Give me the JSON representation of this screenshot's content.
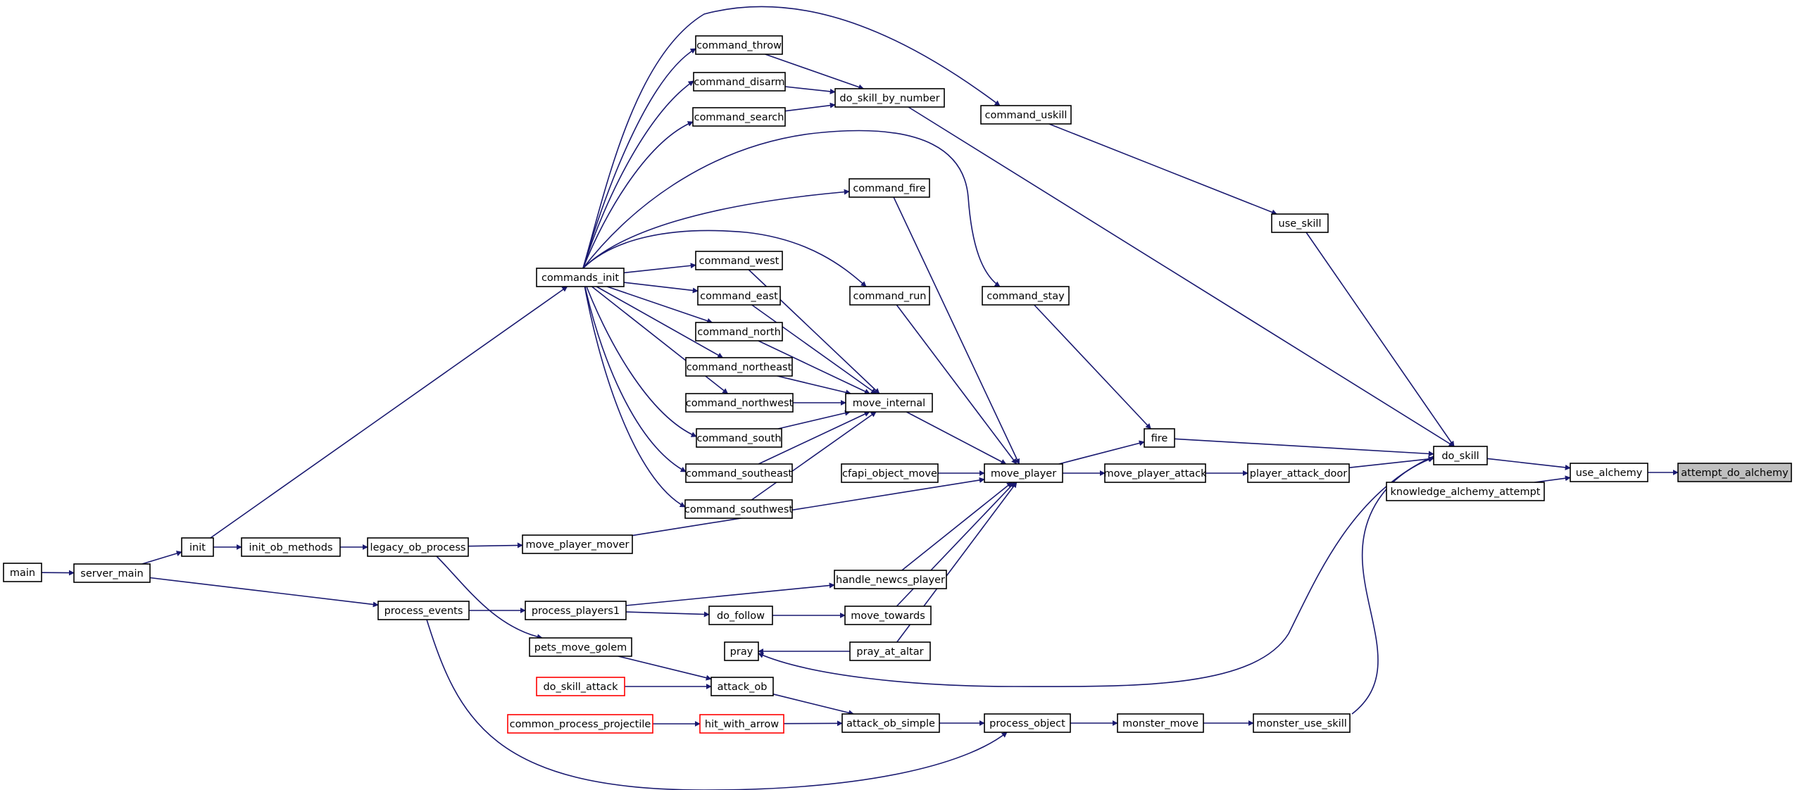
{
  "graph": {
    "edge_color": "#191970",
    "node_border": "#000000",
    "unresolved_border": "#ff0000",
    "focus_fill": "#bfbfbf",
    "nodes": [
      {
        "id": "attempt_do_alchemy",
        "label": "attempt_do_alchemy",
        "focus": true
      },
      {
        "id": "use_alchemy",
        "label": "use_alchemy"
      },
      {
        "id": "knowledge_alchemy_attempt",
        "label": "knowledge_alchemy_attempt"
      },
      {
        "id": "do_skill",
        "label": "do_skill"
      },
      {
        "id": "use_skill",
        "label": "use_skill"
      },
      {
        "id": "command_uskill",
        "label": "command_uskill"
      },
      {
        "id": "do_skill_by_number",
        "label": "do_skill_by_number"
      },
      {
        "id": "command_throw",
        "label": "command_throw"
      },
      {
        "id": "command_disarm",
        "label": "command_disarm"
      },
      {
        "id": "command_search",
        "label": "command_search"
      },
      {
        "id": "command_fire",
        "label": "command_fire"
      },
      {
        "id": "commands_init",
        "label": "commands_init"
      },
      {
        "id": "command_west",
        "label": "command_west"
      },
      {
        "id": "command_east",
        "label": "command_east"
      },
      {
        "id": "command_north",
        "label": "command_north"
      },
      {
        "id": "command_northeast",
        "label": "command_northeast"
      },
      {
        "id": "command_northwest",
        "label": "command_northwest"
      },
      {
        "id": "command_south",
        "label": "command_south"
      },
      {
        "id": "command_southeast",
        "label": "command_southeast"
      },
      {
        "id": "command_southwest",
        "label": "command_southwest"
      },
      {
        "id": "command_run",
        "label": "command_run"
      },
      {
        "id": "command_stay",
        "label": "command_stay"
      },
      {
        "id": "move_internal",
        "label": "move_internal"
      },
      {
        "id": "fire",
        "label": "fire"
      },
      {
        "id": "cfapi_object_move",
        "label": "cfapi_object_move"
      },
      {
        "id": "move_player",
        "label": "move_player"
      },
      {
        "id": "move_player_attack",
        "label": "move_player_attack"
      },
      {
        "id": "player_attack_door",
        "label": "player_attack_door"
      },
      {
        "id": "main",
        "label": "main"
      },
      {
        "id": "server_main",
        "label": "server_main"
      },
      {
        "id": "init",
        "label": "init"
      },
      {
        "id": "init_ob_methods",
        "label": "init_ob_methods"
      },
      {
        "id": "legacy_ob_process",
        "label": "legacy_ob_process"
      },
      {
        "id": "move_player_mover",
        "label": "move_player_mover"
      },
      {
        "id": "handle_newcs_player",
        "label": "handle_newcs_player"
      },
      {
        "id": "process_events",
        "label": "process_events"
      },
      {
        "id": "process_players1",
        "label": "process_players1"
      },
      {
        "id": "do_follow",
        "label": "do_follow"
      },
      {
        "id": "move_towards",
        "label": "move_towards"
      },
      {
        "id": "pets_move_golem",
        "label": "pets_move_golem"
      },
      {
        "id": "pray",
        "label": "pray"
      },
      {
        "id": "pray_at_altar",
        "label": "pray_at_altar"
      },
      {
        "id": "do_skill_attack",
        "label": "do_skill_attack",
        "unresolved": true
      },
      {
        "id": "attack_ob",
        "label": "attack_ob"
      },
      {
        "id": "common_process_projectile",
        "label": "common_process_projectile",
        "unresolved": true
      },
      {
        "id": "hit_with_arrow",
        "label": "hit_with_arrow",
        "unresolved": true
      },
      {
        "id": "attack_ob_simple",
        "label": "attack_ob_simple"
      },
      {
        "id": "process_object",
        "label": "process_object"
      },
      {
        "id": "monster_move",
        "label": "monster_move"
      },
      {
        "id": "monster_use_skill",
        "label": "monster_use_skill"
      }
    ],
    "edges": [
      {
        "from": "use_alchemy",
        "to": "attempt_do_alchemy"
      },
      {
        "from": "knowledge_alchemy_attempt",
        "to": "use_alchemy"
      },
      {
        "from": "do_skill",
        "to": "use_alchemy"
      },
      {
        "from": "use_skill",
        "to": "do_skill"
      },
      {
        "from": "command_uskill",
        "to": "use_skill"
      },
      {
        "from": "do_skill_by_number",
        "to": "do_skill"
      },
      {
        "from": "command_throw",
        "to": "do_skill_by_number"
      },
      {
        "from": "command_disarm",
        "to": "do_skill_by_number"
      },
      {
        "from": "command_search",
        "to": "do_skill_by_number"
      },
      {
        "from": "commands_init",
        "to": "command_throw"
      },
      {
        "from": "commands_init",
        "to": "command_disarm"
      },
      {
        "from": "commands_init",
        "to": "command_search"
      },
      {
        "from": "commands_init",
        "to": "command_uskill"
      },
      {
        "from": "commands_init",
        "to": "command_fire"
      },
      {
        "from": "commands_init",
        "to": "command_stay"
      },
      {
        "from": "commands_init",
        "to": "command_west"
      },
      {
        "from": "commands_init",
        "to": "command_run"
      },
      {
        "from": "commands_init",
        "to": "command_east"
      },
      {
        "from": "commands_init",
        "to": "command_north"
      },
      {
        "from": "commands_init",
        "to": "command_northeast"
      },
      {
        "from": "commands_init",
        "to": "command_northwest"
      },
      {
        "from": "commands_init",
        "to": "command_south"
      },
      {
        "from": "commands_init",
        "to": "command_southeast"
      },
      {
        "from": "commands_init",
        "to": "command_southwest"
      },
      {
        "from": "command_west",
        "to": "move_internal"
      },
      {
        "from": "command_east",
        "to": "move_internal"
      },
      {
        "from": "command_north",
        "to": "move_internal"
      },
      {
        "from": "command_northeast",
        "to": "move_internal"
      },
      {
        "from": "command_northwest",
        "to": "move_internal"
      },
      {
        "from": "command_south",
        "to": "move_internal"
      },
      {
        "from": "command_southeast",
        "to": "move_internal"
      },
      {
        "from": "command_southwest",
        "to": "move_internal"
      },
      {
        "from": "command_run",
        "to": "move_player"
      },
      {
        "from": "command_fire",
        "to": "move_player"
      },
      {
        "from": "move_internal",
        "to": "move_player"
      },
      {
        "from": "command_stay",
        "to": "fire"
      },
      {
        "from": "move_player",
        "to": "fire"
      },
      {
        "from": "fire",
        "to": "do_skill"
      },
      {
        "from": "cfapi_object_move",
        "to": "move_player"
      },
      {
        "from": "move_player",
        "to": "move_player_attack"
      },
      {
        "from": "move_player_attack",
        "to": "player_attack_door"
      },
      {
        "from": "player_attack_door",
        "to": "do_skill"
      },
      {
        "from": "main",
        "to": "server_main"
      },
      {
        "from": "server_main",
        "to": "init"
      },
      {
        "from": "init",
        "to": "commands_init"
      },
      {
        "from": "init",
        "to": "init_ob_methods"
      },
      {
        "from": "init_ob_methods",
        "to": "legacy_ob_process"
      },
      {
        "from": "legacy_ob_process",
        "to": "move_player_mover"
      },
      {
        "from": "move_player_mover",
        "to": "move_player"
      },
      {
        "from": "handle_newcs_player",
        "to": "move_player"
      },
      {
        "from": "server_main",
        "to": "process_events"
      },
      {
        "from": "process_events",
        "to": "process_players1"
      },
      {
        "from": "process_players1",
        "to": "handle_newcs_player"
      },
      {
        "from": "process_players1",
        "to": "do_follow"
      },
      {
        "from": "do_follow",
        "to": "move_towards"
      },
      {
        "from": "move_towards",
        "to": "move_player"
      },
      {
        "from": "legacy_ob_process",
        "to": "pets_move_golem"
      },
      {
        "from": "pray_at_altar",
        "to": "pray"
      },
      {
        "from": "pray_at_altar",
        "to": "move_player"
      },
      {
        "from": "do_skill",
        "to": "pray"
      },
      {
        "from": "pets_move_golem",
        "to": "attack_ob"
      },
      {
        "from": "do_skill_attack",
        "to": "attack_ob"
      },
      {
        "from": "attack_ob",
        "to": "attack_ob_simple"
      },
      {
        "from": "common_process_projectile",
        "to": "hit_with_arrow"
      },
      {
        "from": "hit_with_arrow",
        "to": "attack_ob_simple"
      },
      {
        "from": "attack_ob_simple",
        "to": "process_object"
      },
      {
        "from": "process_events",
        "to": "process_object"
      },
      {
        "from": "process_object",
        "to": "monster_move"
      },
      {
        "from": "monster_move",
        "to": "monster_use_skill"
      },
      {
        "from": "monster_use_skill",
        "to": "do_skill"
      }
    ]
  }
}
